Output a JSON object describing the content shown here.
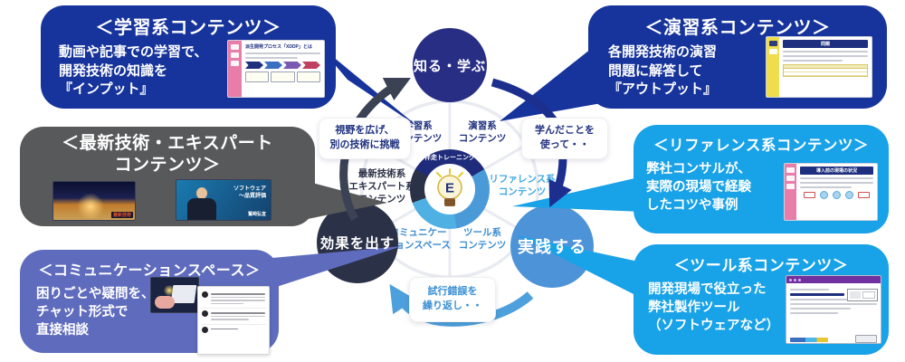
{
  "colors": {
    "navy_box": "#16349c",
    "gray_box": "#58595b",
    "purple_box": "#5f6cbd",
    "sky_box": "#18a2e8",
    "know_circle": "#272e84",
    "practice_circle": "#4d93d8",
    "effect_circle": "#2b3147",
    "arrow_dark": "#3a4254",
    "arrow_navy": "#1d2f8e",
    "arrow_blue": "#4da0dc"
  },
  "hub": {
    "label": "伴走トレーニング",
    "bulb_letter": "E"
  },
  "cycle": {
    "know": "知る・学ぶ",
    "practice": "実践する",
    "effect": "効果を出す"
  },
  "wheel": {
    "learning": "学習系\nコンテンツ",
    "exercise": "演習系\nコンテンツ",
    "reference": "リファレンス系\nコンテンツ",
    "tool": "ツール系\nコンテンツ",
    "communication": "コミュニケー\nションスペース",
    "expert": "最新技術系\nエキスパート系\nコンテンツ"
  },
  "transitions": {
    "broaden": "視野を広げ、\n別の技術に挑戦",
    "apply": "学んだことを\n使って・・",
    "iterate": "試行錯誤を\n繰り返し・・"
  },
  "callouts": {
    "learning": {
      "title": "＜学習系コンテンツ＞",
      "body": "動画や記事での学習で、\n開発技術の知識を\n『インプット』"
    },
    "exercise": {
      "title": "＜演習系コンテンツ＞",
      "body": "各開発技術の演習\n問題に解答して\n『アウトプット』"
    },
    "expert": {
      "title": "＜最新技術・エキスパート\nコンテンツ＞"
    },
    "communication": {
      "title": "＜コミュニケーションスペース＞",
      "body": "困りごとや疑問を、\nチャット形式で\n直接相談"
    },
    "reference": {
      "title": "＜リファレンス系コンテンツ＞",
      "body": "弊社コンサルが、\n実際の現場で経験\nしたコツや事例"
    },
    "tool": {
      "title": "＜ツール系コンテンツ＞",
      "body": "開発現場で役立った\n弊社製作ツール\n（ソフトウェアなど）"
    }
  },
  "thumbnails": {
    "learning_slide_title": "派生開発プロセス「XDDP」とは",
    "exercise_slide_title": "問題",
    "reference_slide_title": "導入前の現場の状況",
    "expert_video_label": "最新技術",
    "expert_video2_title": "ソフトウェア\n～品質評価",
    "expert_video2_presenter": "鷲﨑弘宜"
  }
}
